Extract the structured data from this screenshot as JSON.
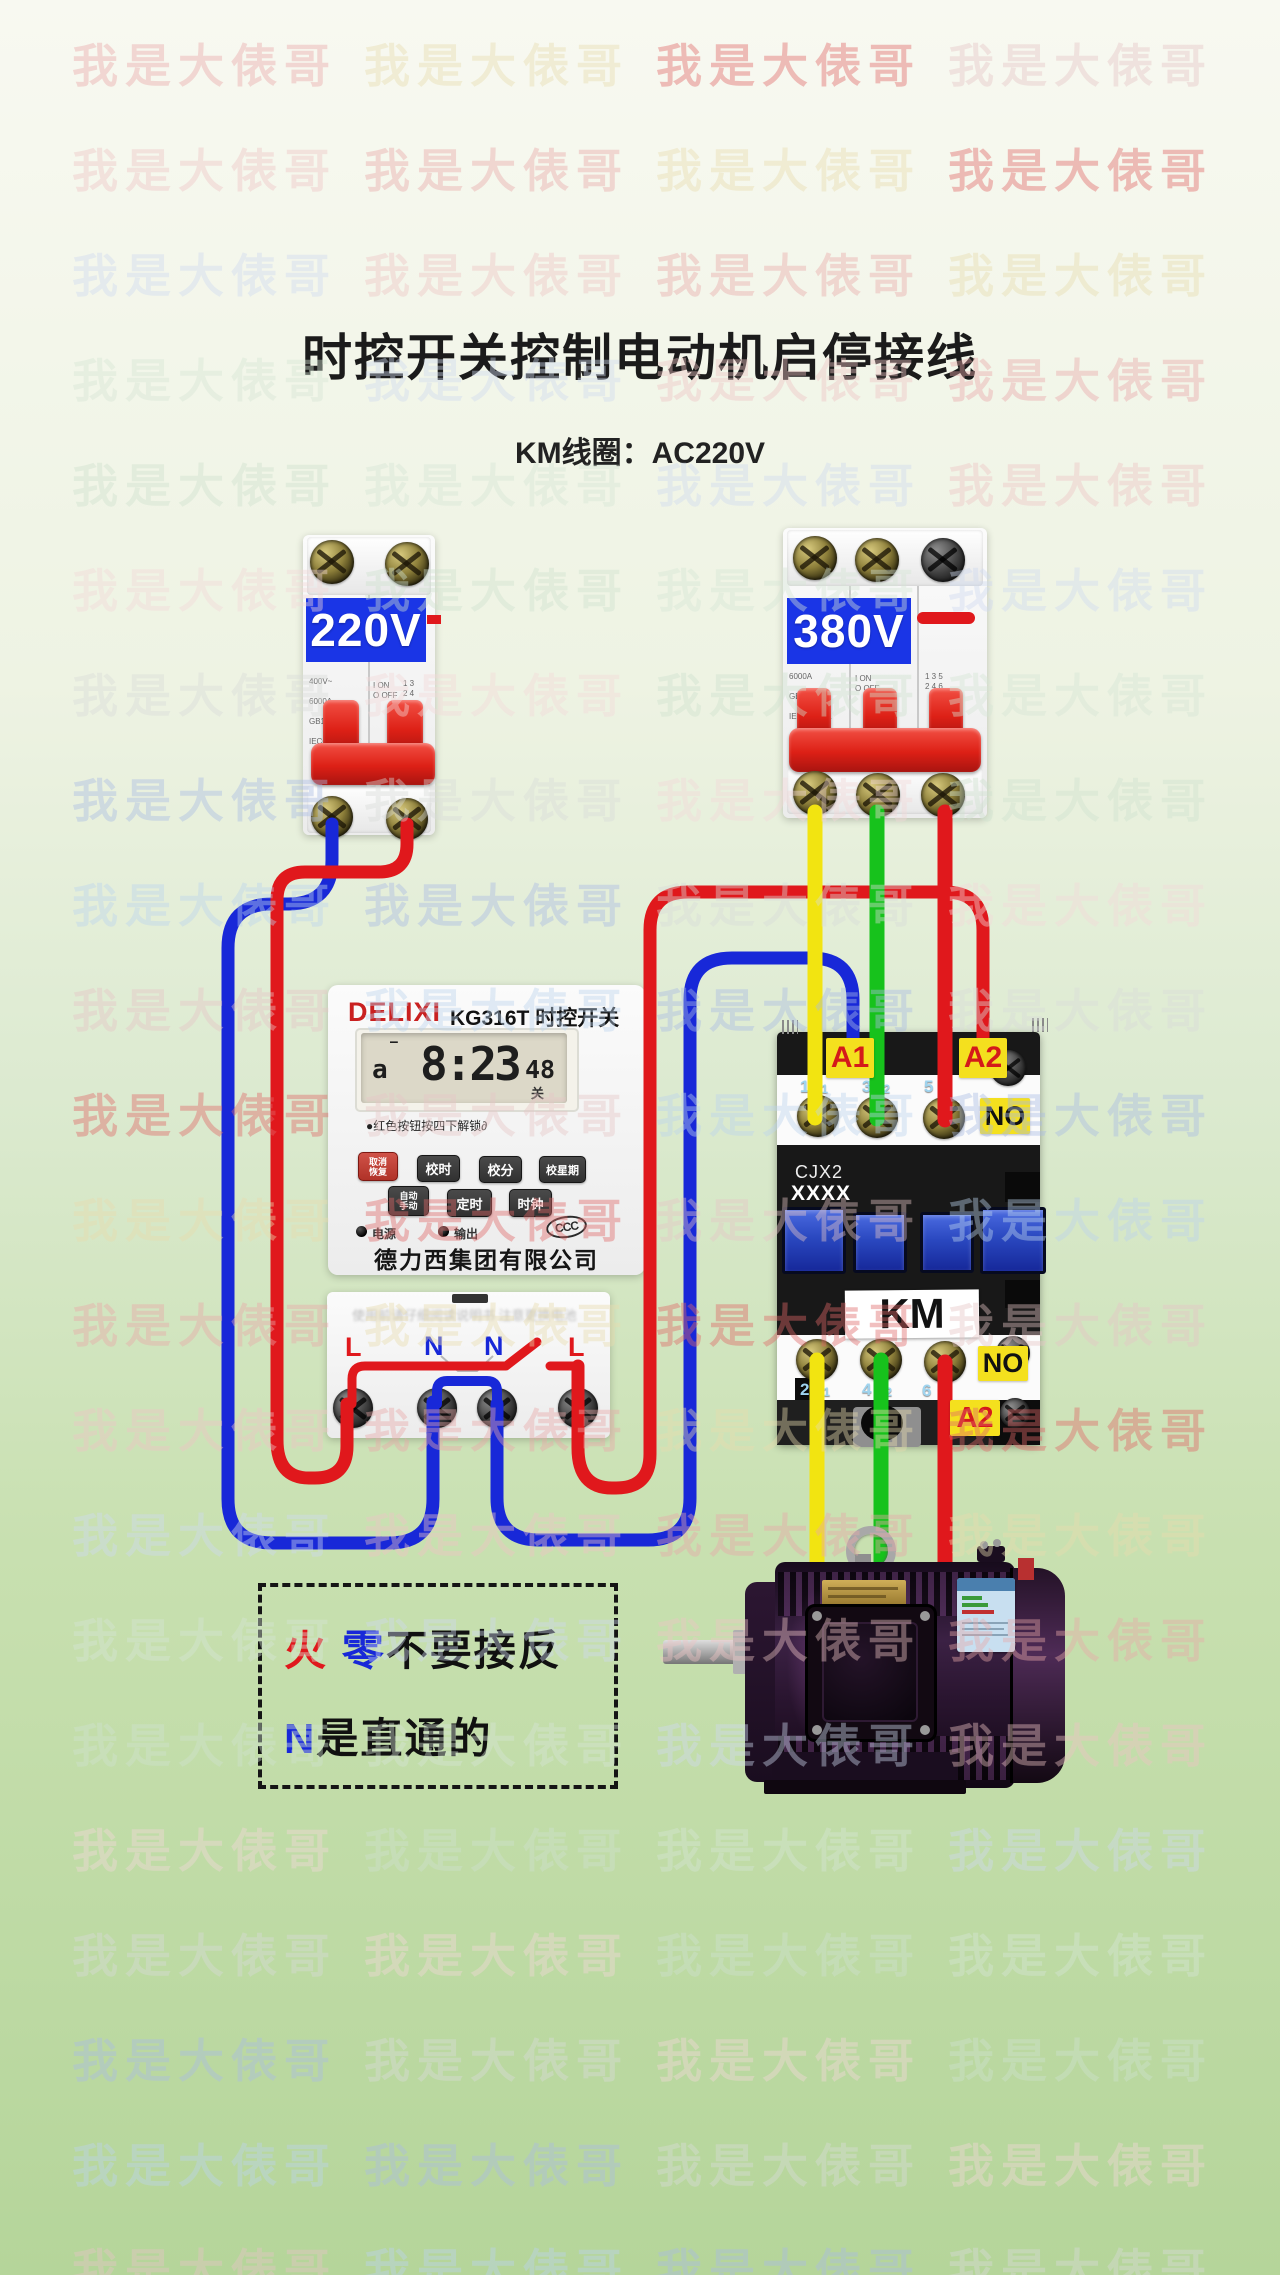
{
  "page": {
    "title": "时控开关控制电动机启停接线",
    "subtitle": "KM线圈：AC220V"
  },
  "watermark": {
    "text": "我是大俵哥",
    "palette": [
      "#e9a9a9",
      "#aabce4",
      "#cfdaf0",
      "#e6c6c6",
      "#cfe2cf",
      "#e8dcae",
      "#d9dcd9",
      "#eec5c5",
      "#bcd4ee",
      "#d6e6d6",
      "#e06868",
      "#f3d9d9"
    ]
  },
  "breaker_220": {
    "voltage_label": "220V",
    "specs": [
      "400V~",
      "6000A",
      "GB10963.1",
      "IEC60898-1"
    ],
    "on_label": "I ON",
    "off_label": "O OFF",
    "poles_top": "1  3",
    "poles_bottom": "2  4"
  },
  "breaker_380": {
    "voltage_label": "380V",
    "specs": [
      "6000A",
      "GB10963.1",
      "IEC60898-1"
    ],
    "on_label": "I ON",
    "off_label": "O OFF",
    "poles_top": "1 3 5",
    "poles_bottom": "2 4 6"
  },
  "timer": {
    "brand": "DELIXI",
    "model": "KG316T 时控开关",
    "lcd_mode": "a",
    "lcd_dash": "—",
    "lcd_time": "8:23",
    "lcd_seconds": "48",
    "lcd_state": "关",
    "unlock_note": "●红色按钮按四下解锁∂",
    "btn_cancel_1": "取消",
    "btn_cancel_2": "恢复",
    "btn_hour": "校时",
    "btn_minute": "校分",
    "btn_week": "校星期",
    "btn_auto_1": "自动",
    "btn_auto_2": "手动",
    "btn_timing": "定时",
    "btn_clock": "时钟",
    "led_power": "电源",
    "led_output": "输出",
    "cert": "CCC",
    "company": "德力西集团有限公司",
    "faint_note": "使用前请仔细阅读说明书 注意更换电池",
    "terminal_1": "L",
    "terminal_2": "N",
    "terminal_3": "N",
    "terminal_4": "L"
  },
  "contactor": {
    "series": "CJX2",
    "model": "XXXX",
    "km_label": "KM",
    "coil_a1": "A1",
    "coil_a2_top": "A2",
    "coil_a2_bottom": "A2",
    "no_top": "NO",
    "no_bottom": "NO",
    "top_terminals": {
      "n1": "1",
      "l1": "L1",
      "n3": "3",
      "l2": "L2",
      "n5": "5",
      "l3": "L3"
    },
    "bottom_terminals": {
      "n2": "2",
      "t1": "T1",
      "n4": "4",
      "t2": "T2",
      "n6": "6",
      "t3": "T3"
    }
  },
  "note_box": {
    "hot": "火",
    "neutral": "零",
    "line1_rest": "不要接反",
    "n": "N",
    "line2_rest": "是直通的"
  },
  "colors": {
    "wire_red": "#e0181c",
    "wire_blue": "#1828d8",
    "wire_yellow": "#f2e411",
    "wire_green": "#17c21c",
    "label_blue": "#1a35e6",
    "label_yellow": "#f4e01e",
    "a_label_text": "#d41a1a",
    "handle_red": "#dd2016",
    "bg_top": "#f8f9f1",
    "bg_bottom": "#b5d59a"
  },
  "wiring": [
    {
      "wire": "blue-neutral",
      "from": "220V breaker bottom-left (N)",
      "to": "timer terminal N (left)"
    },
    {
      "wire": "red-live",
      "from": "220V breaker bottom-right (L)",
      "to": "timer terminal L (left)"
    },
    {
      "wire": "red-control",
      "from": "timer terminal L (right)",
      "to": "contactor coil A2"
    },
    {
      "wire": "blue-control",
      "from": "timer terminal N (right)",
      "to": "contactor coil A1"
    },
    {
      "wire": "yellow-phase",
      "from": "380V breaker pole 1",
      "to": "contactor 1/L1"
    },
    {
      "wire": "green-phase",
      "from": "380V breaker pole 2",
      "to": "contactor 3/L2"
    },
    {
      "wire": "red-phase",
      "from": "380V breaker pole 3",
      "to": "contactor 5/L3"
    },
    {
      "wire": "yellow-phase",
      "from": "contactor 2/T1",
      "to": "motor"
    },
    {
      "wire": "green-phase",
      "from": "contactor 4/T2",
      "to": "motor"
    },
    {
      "wire": "red-phase",
      "from": "contactor 6/T3",
      "to": "motor"
    }
  ]
}
